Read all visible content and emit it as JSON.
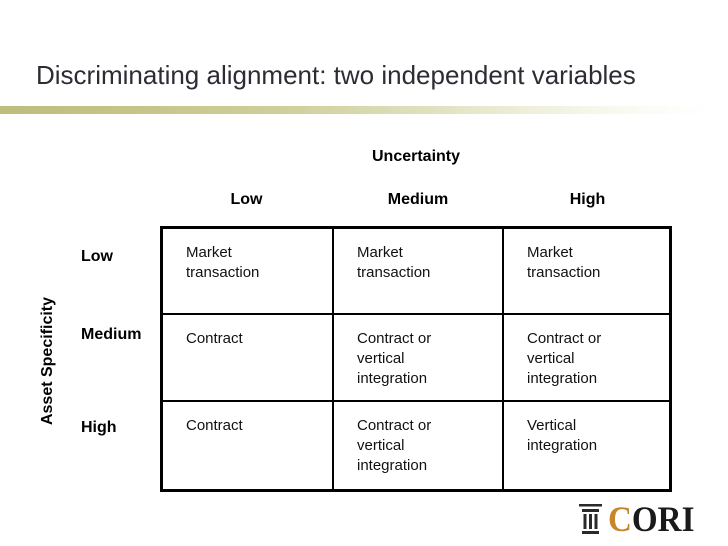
{
  "slide": {
    "title": "Discriminating alignment: two independent variables"
  },
  "matrix": {
    "col_axis_title": "Uncertainty",
    "row_axis_title": "Asset Specificity",
    "col_headers": [
      "Low",
      "Medium",
      "High"
    ],
    "row_headers": [
      "Low",
      "Medium",
      "High"
    ],
    "cells": [
      [
        "Market\ntransaction",
        "Market\ntransaction",
        "Market\ntransaction"
      ],
      [
        "Contract",
        "Contract or\nvertical\nintegration",
        "Contract or\nvertical\nintegration"
      ],
      [
        "Contract",
        "Contract or\nvertical\nintegration",
        "Vertical\nintegration"
      ]
    ]
  },
  "logo": {
    "first_letter": "C",
    "rest": "ORI",
    "icon": "classical-column-icon",
    "accent_color": "#c8862b"
  },
  "colors": {
    "title_text": "#2c2c34",
    "divider_olive": "#bdbd7e",
    "table_border": "#000000",
    "cell_text": "#111111"
  }
}
